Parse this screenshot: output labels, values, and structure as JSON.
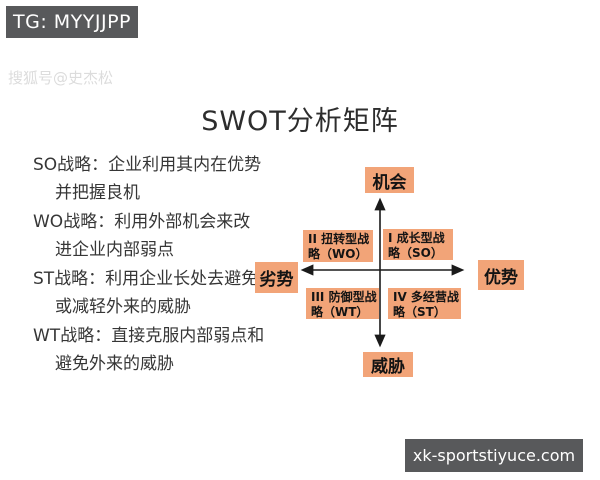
{
  "badges": {
    "tg": "TG: MYYJJPP",
    "site": "xk-sportstiyuce.com"
  },
  "watermark": "搜狐号@史杰松",
  "title": "SWOT分析矩阵",
  "strategies": [
    {
      "line1": "SO战略：企业利用其内在优势",
      "line2": "并把握良机"
    },
    {
      "line1": "WO战略：利用外部机会来改",
      "line2": "进企业内部弱点"
    },
    {
      "line1": "ST战略：利用企业长处去避免",
      "line2": "或减轻外来的威胁"
    },
    {
      "line1": "WT战略：直接克服内部弱点和",
      "line2": "避免外来的威胁"
    }
  ],
  "matrix": {
    "axis_top": "机会",
    "axis_bottom": "威胁",
    "axis_left": "劣势",
    "axis_right": "优势",
    "quadrants": [
      {
        "line1": "II 扭转型战",
        "line2": "略（WO）"
      },
      {
        "line1": "I 成长型战",
        "line2": "略（SO）"
      },
      {
        "line1": "III 防御型战",
        "line2": "略（WT）"
      },
      {
        "line1": "IV 多经营战",
        "line2": "略（ST）"
      }
    ]
  },
  "colors": {
    "accent_orange": "#F2A478",
    "badge_gray": "#58595B"
  }
}
